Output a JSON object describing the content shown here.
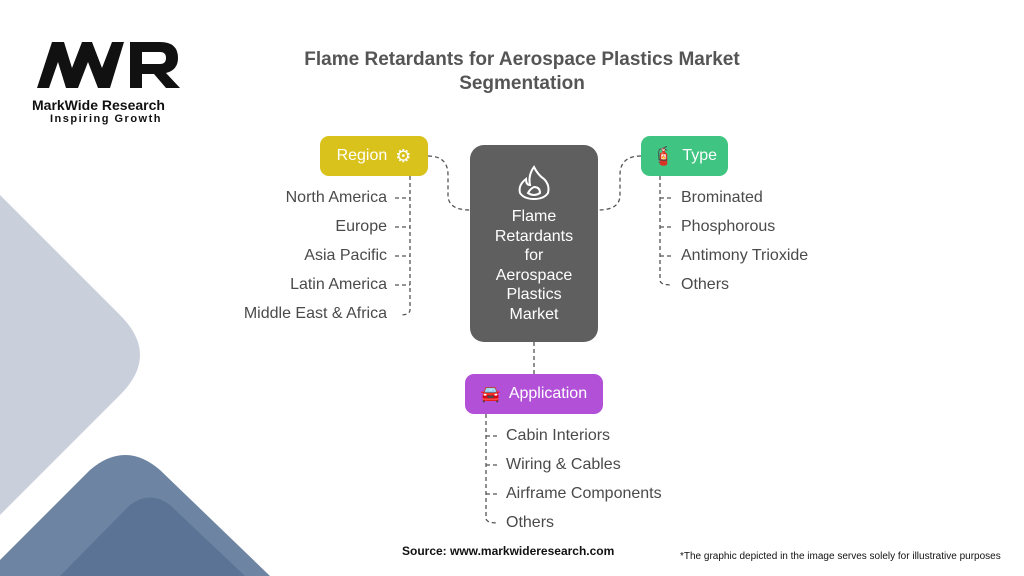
{
  "logo": {
    "brand": "MarkWide Research",
    "tagline": "Inspiring Growth",
    "mark": "MWR"
  },
  "title": {
    "line1": "Flame Retardants for Aerospace Plastics Market",
    "line2": "Segmentation"
  },
  "center": {
    "lines": [
      "Flame",
      "Retardants",
      "for",
      "Aerospace",
      "Plastics",
      "Market"
    ],
    "icon": "flame-icon"
  },
  "region": {
    "label": "Region",
    "icon": "location-gear-icon",
    "color": "#d9c21c",
    "items": [
      "North America",
      "Europe",
      "Asia Pacific",
      "Latin America",
      "Middle East & Africa"
    ]
  },
  "type": {
    "label": "Type",
    "icon": "fire-extinguisher-icon",
    "color": "#3fc481",
    "items": [
      "Brominated",
      "Phosphorous",
      "Antimony Trioxide",
      "Others"
    ]
  },
  "application": {
    "label": "Application",
    "icon": "car-icon",
    "color": "#b251d8",
    "items": [
      "Cabin Interiors",
      "Wiring & Cables",
      "Airframe Components",
      "Others"
    ]
  },
  "footer": {
    "source": "Source: www.markwideresearch.com",
    "disclaimer": "*The graphic depicted in the image serves solely for illustrative purposes"
  }
}
